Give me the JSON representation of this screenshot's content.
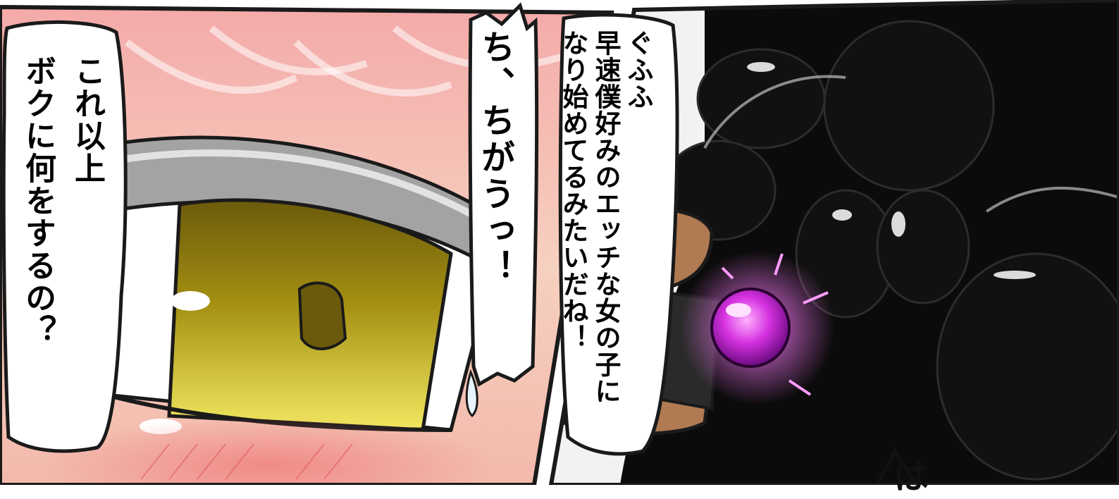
{
  "panels": [
    {
      "id": "left",
      "bubbles": [
        {
          "lines": [
            "これ以上",
            "ボクに何をするの？"
          ]
        },
        {
          "lines": [
            "ち、ちがうっ！"
          ]
        }
      ]
    },
    {
      "id": "right",
      "bubbles": [
        {
          "lines": [
            "ぐふふ",
            "早速僕好みのエッチな女の子に",
            "なり始めてるみたいだね！"
          ]
        }
      ],
      "sfx": "は"
    }
  ],
  "colors": {
    "skin_pink": "#f5b7b2",
    "eye_yellow": "#d6c22a",
    "hair_gray": "#8e8e8e",
    "slime_black": "#0b0b0b",
    "orb_magenta": "#d22fe0"
  }
}
